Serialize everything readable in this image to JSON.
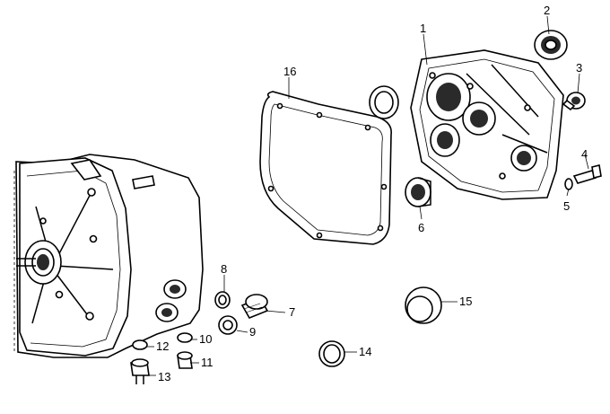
{
  "diagram": {
    "callouts": [
      "1",
      "2",
      "3",
      "4",
      "5",
      "6",
      "7",
      "8",
      "9",
      "10",
      "11",
      "12",
      "13",
      "14",
      "15",
      "16"
    ],
    "colors": {
      "ink": "#000000",
      "paper": "#ffffff"
    }
  }
}
